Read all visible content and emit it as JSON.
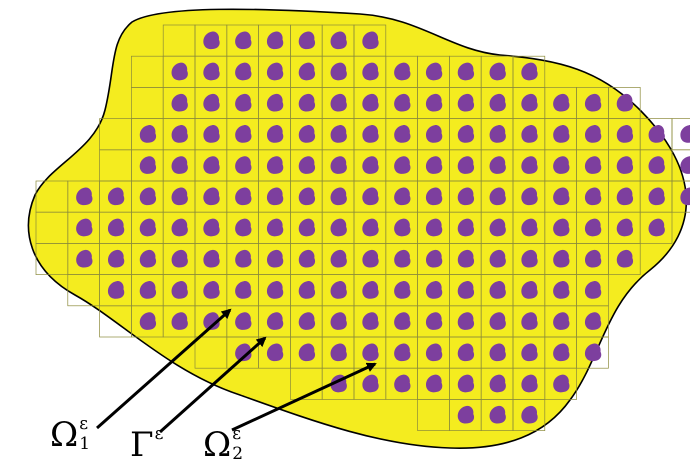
{
  "diagram": {
    "colors": {
      "domain_fill": "#f4ec1f",
      "domain_stroke": "#000000",
      "grid_line": "#8b8a3a",
      "inclusion": "#7d3f9e",
      "arrow": "#000000"
    },
    "labels": [
      {
        "name": "omega1",
        "base": "Ω",
        "sup": "ε",
        "sub": "1"
      },
      {
        "name": "gamma",
        "base": "Γ",
        "sup": "ε",
        "sub": ""
      },
      {
        "name": "omega2",
        "base": "Ω",
        "sup": "ε",
        "sub": "2"
      }
    ],
    "grid_rows": [
      {
        "row": 0,
        "first_col": 4,
        "last_col": 10,
        "filled_first": 5,
        "filled_last": 10
      },
      {
        "row": 1,
        "first_col": 3,
        "last_col": 15,
        "filled_first": 4,
        "filled_last": 15
      },
      {
        "row": 2,
        "first_col": 3,
        "last_col": 18,
        "filled_first": 4,
        "filled_last": 18
      },
      {
        "row": 3,
        "first_col": 2,
        "last_col": 20,
        "filled_first": 3,
        "filled_last": 20
      },
      {
        "row": 4,
        "first_col": 2,
        "last_col": 20,
        "filled_first": 3,
        "filled_last": 20
      },
      {
        "row": 5,
        "first_col": 0,
        "last_col": 20,
        "filled_first": 1,
        "filled_last": 20
      },
      {
        "row": 6,
        "first_col": 0,
        "last_col": 19,
        "filled_first": 1,
        "filled_last": 19
      },
      {
        "row": 7,
        "first_col": 0,
        "last_col": 18,
        "filled_first": 1,
        "filled_last": 18
      },
      {
        "row": 8,
        "first_col": 1,
        "last_col": 17,
        "filled_first": 2,
        "filled_last": 17
      },
      {
        "row": 9,
        "first_col": 2,
        "last_col": 17,
        "filled_first": 3,
        "filled_last": 17
      },
      {
        "row": 10,
        "first_col": 5,
        "last_col": 17,
        "filled_first": 6,
        "filled_last": 17
      },
      {
        "row": 11,
        "first_col": 8,
        "last_col": 16,
        "filled_first": 9,
        "filled_last": 16
      },
      {
        "row": 12,
        "first_col": 12,
        "last_col": 15,
        "filled_first": 13,
        "filled_last": 15
      }
    ]
  }
}
